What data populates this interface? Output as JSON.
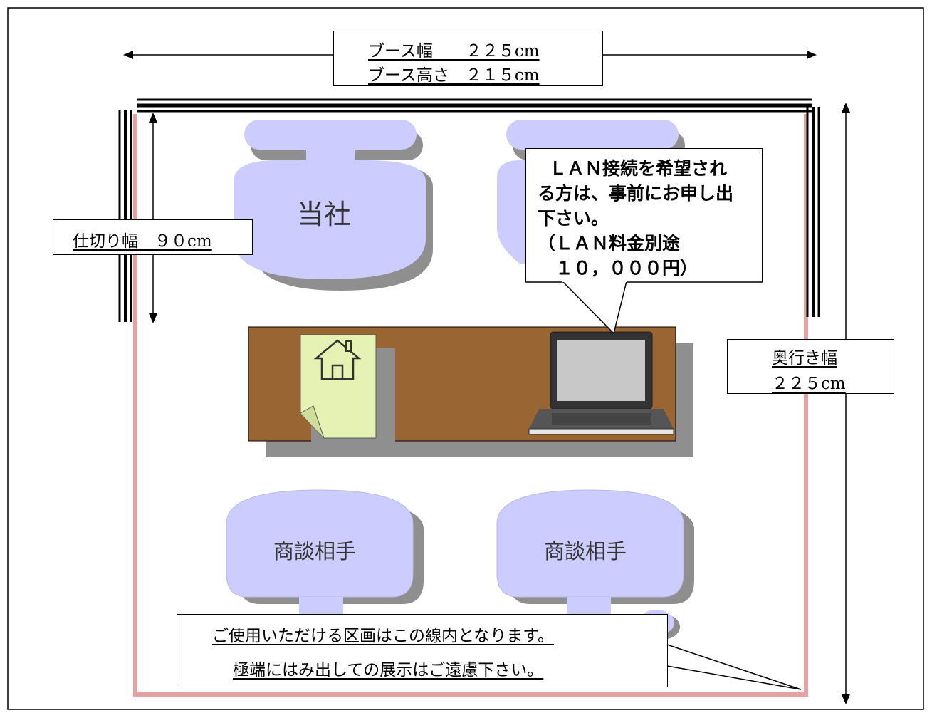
{
  "booth": {
    "width_label": "ブース幅　　２２５cm",
    "height_label": "ブース高さ　２１５cm"
  },
  "partition": {
    "label": "仕切り幅　９０cm"
  },
  "depth": {
    "label_line1": "奥行き幅",
    "label_line2": "２２５cm"
  },
  "chairs": {
    "company": "当社",
    "client_left": "商談相手",
    "client_right": "商談相手"
  },
  "lan_callout": {
    "lines": [
      "ＬＡＮ接続を希望され",
      "る方は、事前にお申し出",
      "下さい。",
      "（ＬＡＮ料金別途",
      "　１０，０００円）"
    ]
  },
  "area_note": {
    "line1": "ご使用いただける区画はこの線内となります。",
    "line2": "極端にはみ出しての展示はご遠慮下さい。"
  },
  "colors": {
    "boundary": "#e3a3a3",
    "chair_fill": "#ccccff",
    "desk_fill": "#996633",
    "document_fill": "#e6f2b3",
    "shadow": "#8f8f8f"
  }
}
